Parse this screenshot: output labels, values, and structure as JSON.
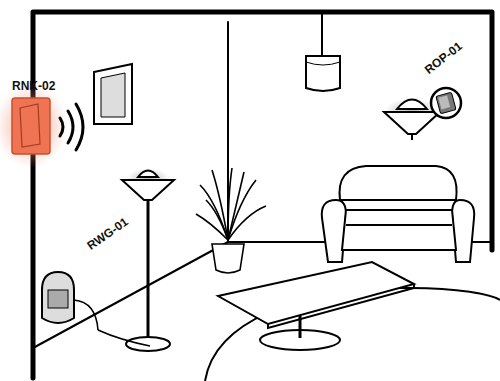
{
  "diagram": {
    "labels": [
      "RNK-02",
      "ROP-01",
      "RWG-01"
    ]
  }
}
